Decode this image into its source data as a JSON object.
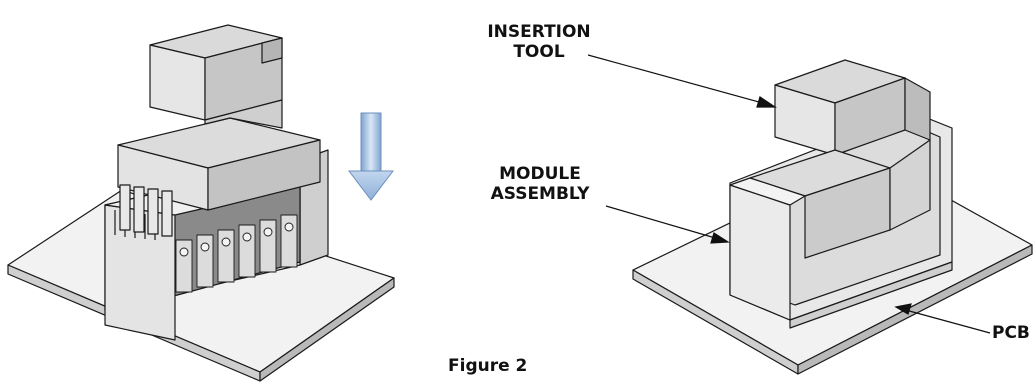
{
  "labels": {
    "insertion_tool": [
      "INSERTION",
      "TOOL"
    ],
    "module_assembly": [
      "MODULE",
      "ASSEMBLY"
    ],
    "pcb": "PCB"
  },
  "figure_caption": "Figure 2",
  "colors": {
    "board_top": "#f2f2f2",
    "board_edge": "#c8c8c8",
    "tool_top": "#d7d7d7",
    "tool_front": "#e6e6e6",
    "tool_side": "#bdbdbd",
    "arrow_fill": "#a9c6e6",
    "outline": "#1a1a1a"
  },
  "icons": {
    "press_direction": "down-arrow-icon"
  }
}
